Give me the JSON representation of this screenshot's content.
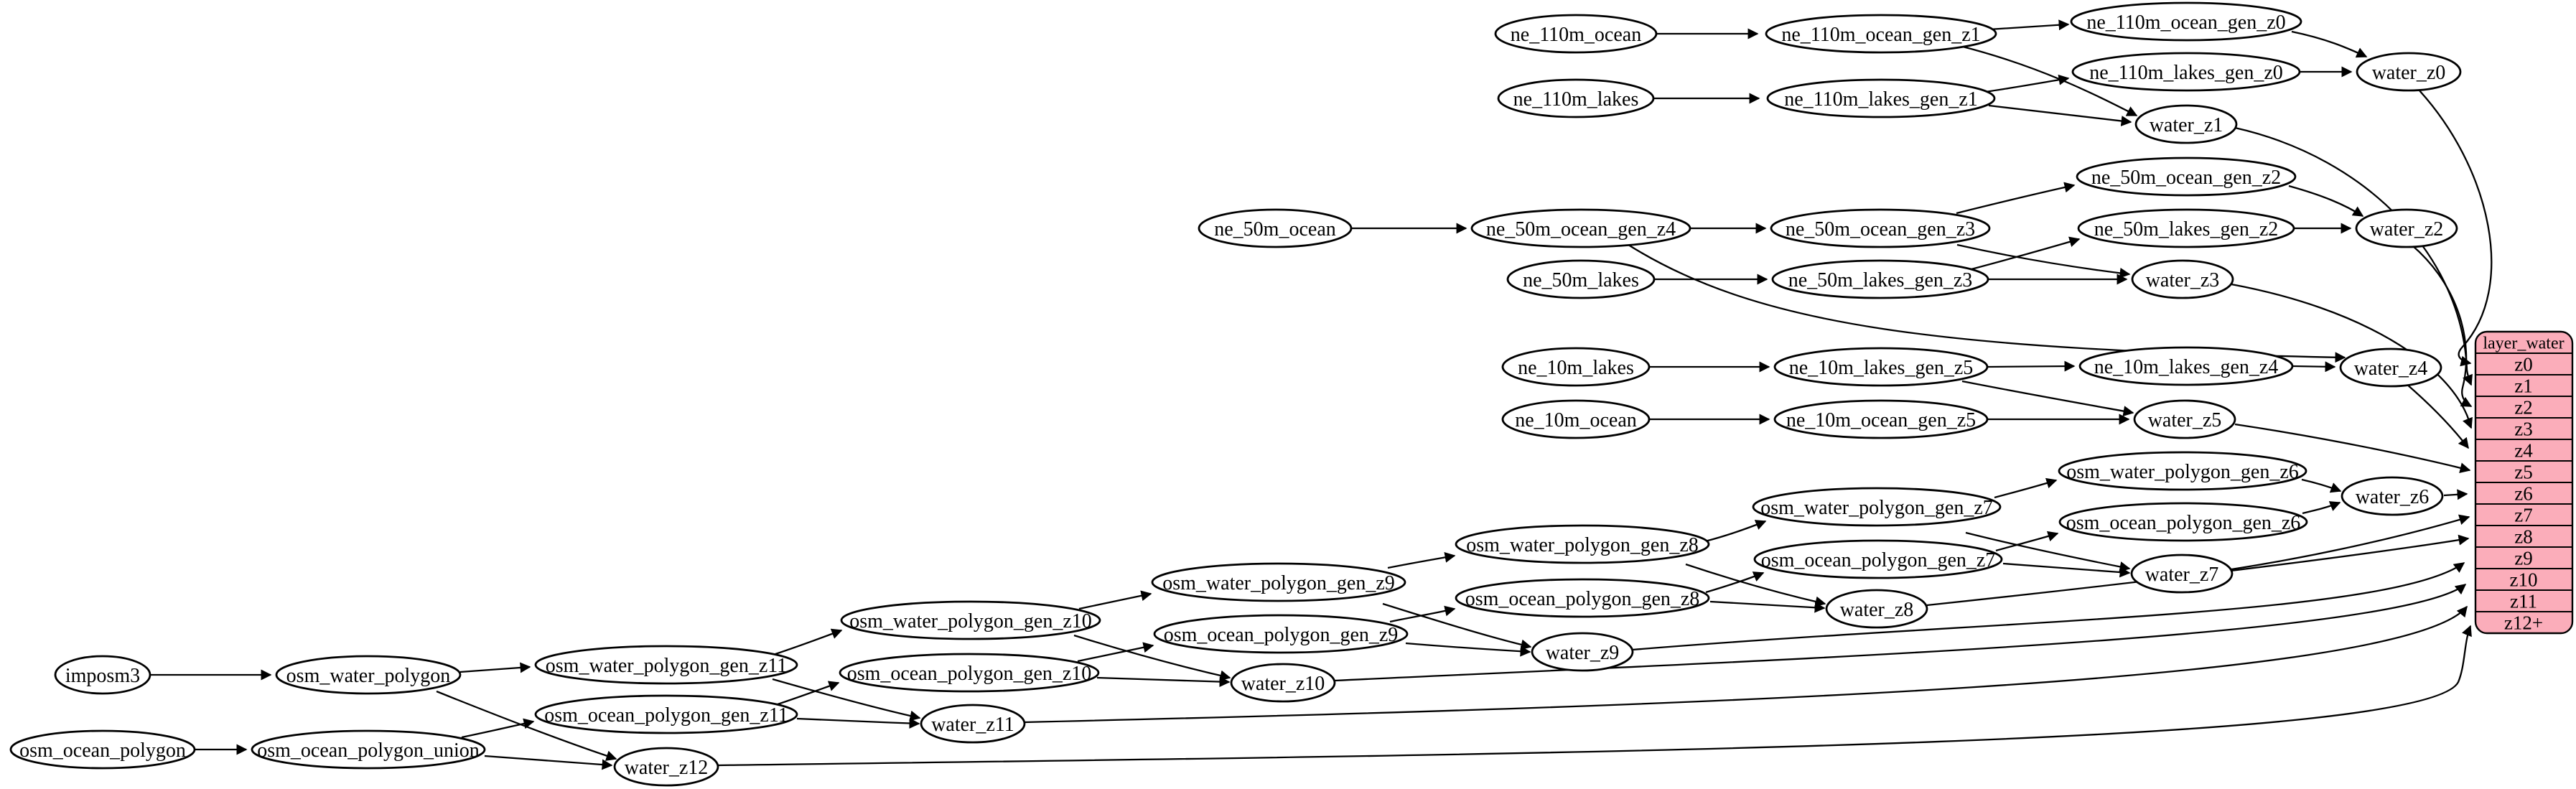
{
  "diagram": {
    "kind": "etl-dependency-graph",
    "background_color": "#ffffff",
    "node_fill": "#ffffff",
    "node_stroke": "#000000",
    "edge_color": "#000000"
  },
  "nodes": {
    "ne_110m_ocean": "ne_110m_ocean",
    "ne_110m_ocean_gen_z1": "ne_110m_ocean_gen_z1",
    "ne_110m_ocean_gen_z0": "ne_110m_ocean_gen_z0",
    "ne_110m_lakes": "ne_110m_lakes",
    "ne_110m_lakes_gen_z1": "ne_110m_lakes_gen_z1",
    "ne_110m_lakes_gen_z0": "ne_110m_lakes_gen_z0",
    "water_z0": "water_z0",
    "water_z1": "water_z1",
    "ne_50m_ocean": "ne_50m_ocean",
    "ne_50m_ocean_gen_z4": "ne_50m_ocean_gen_z4",
    "ne_50m_ocean_gen_z3": "ne_50m_ocean_gen_z3",
    "ne_50m_ocean_gen_z2": "ne_50m_ocean_gen_z2",
    "ne_50m_lakes": "ne_50m_lakes",
    "ne_50m_lakes_gen_z3": "ne_50m_lakes_gen_z3",
    "ne_50m_lakes_gen_z2": "ne_50m_lakes_gen_z2",
    "water_z2": "water_z2",
    "water_z3": "water_z3",
    "ne_10m_lakes": "ne_10m_lakes",
    "ne_10m_lakes_gen_z5": "ne_10m_lakes_gen_z5",
    "ne_10m_lakes_gen_z4": "ne_10m_lakes_gen_z4",
    "ne_10m_ocean": "ne_10m_ocean",
    "ne_10m_ocean_gen_z5": "ne_10m_ocean_gen_z5",
    "water_z4": "water_z4",
    "water_z5": "water_z5",
    "osm_water_polygon_gen_z6": "osm_water_polygon_gen_z6",
    "osm_ocean_polygon_gen_z6": "osm_ocean_polygon_gen_z6",
    "osm_water_polygon_gen_z7": "osm_water_polygon_gen_z7",
    "osm_ocean_polygon_gen_z7": "osm_ocean_polygon_gen_z7",
    "osm_water_polygon_gen_z8": "osm_water_polygon_gen_z8",
    "osm_ocean_polygon_gen_z8": "osm_ocean_polygon_gen_z8",
    "osm_water_polygon_gen_z9": "osm_water_polygon_gen_z9",
    "osm_ocean_polygon_gen_z9": "osm_ocean_polygon_gen_z9",
    "osm_water_polygon_gen_z10": "osm_water_polygon_gen_z10",
    "osm_ocean_polygon_gen_z10": "osm_ocean_polygon_gen_z10",
    "osm_water_polygon_gen_z11": "osm_water_polygon_gen_z11",
    "osm_ocean_polygon_gen_z11": "osm_ocean_polygon_gen_z11",
    "water_z6": "water_z6",
    "water_z7": "water_z7",
    "water_z8": "water_z8",
    "water_z9": "water_z9",
    "water_z10": "water_z10",
    "water_z11": "water_z11",
    "water_z12": "water_z12",
    "imposm3": "imposm3",
    "osm_water_polygon": "osm_water_polygon",
    "osm_ocean_polygon": "osm_ocean_polygon",
    "osm_ocean_polygon_union": "osm_ocean_polygon_union"
  },
  "edges": [
    {
      "from": "ne_110m_ocean",
      "to": "ne_110m_ocean_gen_z1"
    },
    {
      "from": "ne_110m_ocean_gen_z1",
      "to": "ne_110m_ocean_gen_z0"
    },
    {
      "from": "ne_110m_ocean_gen_z1",
      "to": "water_z1"
    },
    {
      "from": "ne_110m_ocean_gen_z0",
      "to": "water_z0"
    },
    {
      "from": "ne_110m_lakes",
      "to": "ne_110m_lakes_gen_z1"
    },
    {
      "from": "ne_110m_lakes_gen_z1",
      "to": "ne_110m_lakes_gen_z0"
    },
    {
      "from": "ne_110m_lakes_gen_z1",
      "to": "water_z1"
    },
    {
      "from": "ne_110m_lakes_gen_z0",
      "to": "water_z0"
    },
    {
      "from": "water_z0",
      "to": "layer_water:z0"
    },
    {
      "from": "water_z1",
      "to": "layer_water:z1"
    },
    {
      "from": "ne_50m_ocean",
      "to": "ne_50m_ocean_gen_z4"
    },
    {
      "from": "ne_50m_ocean_gen_z4",
      "to": "ne_50m_ocean_gen_z3"
    },
    {
      "from": "ne_50m_ocean_gen_z4",
      "to": "water_z4"
    },
    {
      "from": "ne_50m_ocean_gen_z3",
      "to": "ne_50m_ocean_gen_z2"
    },
    {
      "from": "ne_50m_ocean_gen_z3",
      "to": "water_z3"
    },
    {
      "from": "ne_50m_ocean_gen_z2",
      "to": "water_z2"
    },
    {
      "from": "ne_50m_lakes",
      "to": "ne_50m_lakes_gen_z3"
    },
    {
      "from": "ne_50m_lakes_gen_z3",
      "to": "ne_50m_lakes_gen_z2"
    },
    {
      "from": "ne_50m_lakes_gen_z3",
      "to": "water_z3"
    },
    {
      "from": "ne_50m_lakes_gen_z2",
      "to": "water_z2"
    },
    {
      "from": "water_z2",
      "to": "layer_water:z2"
    },
    {
      "from": "water_z3",
      "to": "layer_water:z3"
    },
    {
      "from": "ne_10m_lakes",
      "to": "ne_10m_lakes_gen_z5"
    },
    {
      "from": "ne_10m_lakes_gen_z5",
      "to": "ne_10m_lakes_gen_z4"
    },
    {
      "from": "ne_10m_lakes_gen_z5",
      "to": "water_z5"
    },
    {
      "from": "ne_10m_lakes_gen_z4",
      "to": "water_z4"
    },
    {
      "from": "ne_10m_ocean",
      "to": "ne_10m_ocean_gen_z5"
    },
    {
      "from": "ne_10m_ocean_gen_z5",
      "to": "water_z5"
    },
    {
      "from": "water_z4",
      "to": "layer_water:z4"
    },
    {
      "from": "water_z5",
      "to": "layer_water:z5"
    },
    {
      "from": "imposm3",
      "to": "osm_water_polygon"
    },
    {
      "from": "osm_water_polygon",
      "to": "osm_water_polygon_gen_z11"
    },
    {
      "from": "osm_water_polygon",
      "to": "water_z12"
    },
    {
      "from": "osm_ocean_polygon",
      "to": "osm_ocean_polygon_union"
    },
    {
      "from": "osm_ocean_polygon_union",
      "to": "osm_ocean_polygon_gen_z11"
    },
    {
      "from": "osm_ocean_polygon_union",
      "to": "water_z12"
    },
    {
      "from": "osm_water_polygon_gen_z11",
      "to": "osm_water_polygon_gen_z10"
    },
    {
      "from": "osm_water_polygon_gen_z11",
      "to": "water_z11"
    },
    {
      "from": "osm_ocean_polygon_gen_z11",
      "to": "osm_ocean_polygon_gen_z10"
    },
    {
      "from": "osm_ocean_polygon_gen_z11",
      "to": "water_z11"
    },
    {
      "from": "osm_water_polygon_gen_z10",
      "to": "osm_water_polygon_gen_z9"
    },
    {
      "from": "osm_water_polygon_gen_z10",
      "to": "water_z10"
    },
    {
      "from": "osm_ocean_polygon_gen_z10",
      "to": "osm_ocean_polygon_gen_z9"
    },
    {
      "from": "osm_ocean_polygon_gen_z10",
      "to": "water_z10"
    },
    {
      "from": "osm_water_polygon_gen_z9",
      "to": "osm_water_polygon_gen_z8"
    },
    {
      "from": "osm_water_polygon_gen_z9",
      "to": "water_z9"
    },
    {
      "from": "osm_ocean_polygon_gen_z9",
      "to": "osm_ocean_polygon_gen_z8"
    },
    {
      "from": "osm_ocean_polygon_gen_z9",
      "to": "water_z9"
    },
    {
      "from": "osm_water_polygon_gen_z8",
      "to": "osm_water_polygon_gen_z7"
    },
    {
      "from": "osm_water_polygon_gen_z8",
      "to": "water_z8"
    },
    {
      "from": "osm_ocean_polygon_gen_z8",
      "to": "osm_ocean_polygon_gen_z7"
    },
    {
      "from": "osm_ocean_polygon_gen_z8",
      "to": "water_z8"
    },
    {
      "from": "osm_water_polygon_gen_z7",
      "to": "osm_water_polygon_gen_z6"
    },
    {
      "from": "osm_water_polygon_gen_z7",
      "to": "water_z7"
    },
    {
      "from": "osm_ocean_polygon_gen_z7",
      "to": "osm_ocean_polygon_gen_z6"
    },
    {
      "from": "osm_ocean_polygon_gen_z7",
      "to": "water_z7"
    },
    {
      "from": "osm_water_polygon_gen_z6",
      "to": "water_z6"
    },
    {
      "from": "osm_ocean_polygon_gen_z6",
      "to": "water_z6"
    },
    {
      "from": "water_z6",
      "to": "layer_water:z6"
    },
    {
      "from": "water_z7",
      "to": "layer_water:z7"
    },
    {
      "from": "water_z8",
      "to": "layer_water:z8"
    },
    {
      "from": "water_z9",
      "to": "layer_water:z9"
    },
    {
      "from": "water_z10",
      "to": "layer_water:z10"
    },
    {
      "from": "water_z11",
      "to": "layer_water:z11"
    },
    {
      "from": "water_z12",
      "to": "layer_water:z12+"
    }
  ],
  "table": {
    "header": "layer_water",
    "rows": [
      "z0",
      "z1",
      "z2",
      "z3",
      "z4",
      "z5",
      "z6",
      "z7",
      "z8",
      "z9",
      "z10",
      "z11",
      "z12+"
    ],
    "fill": "#fbadba",
    "stroke": "#000000"
  }
}
